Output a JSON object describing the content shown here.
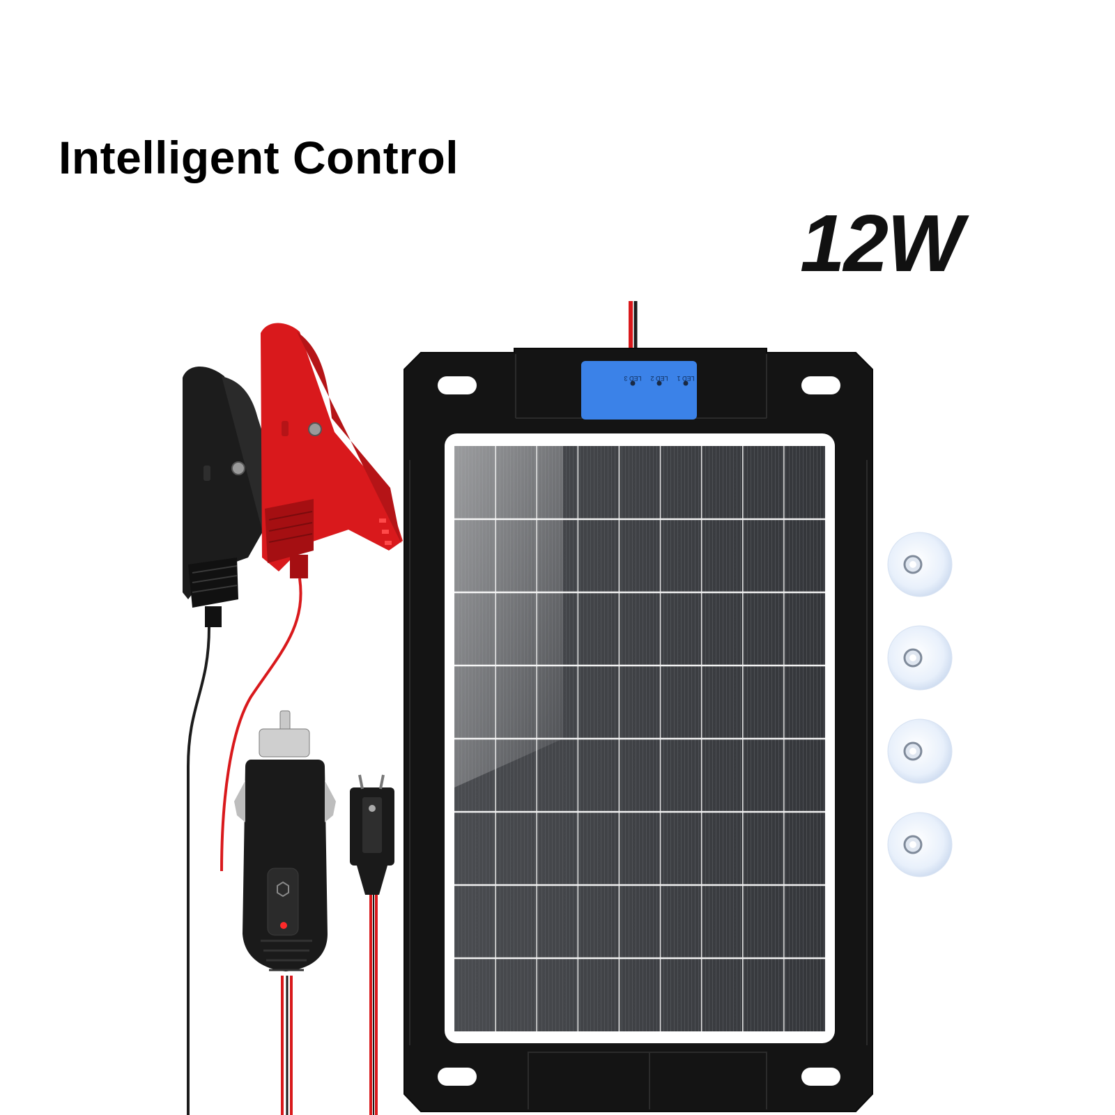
{
  "headline": "Intelligent Control",
  "wattage": "12W",
  "controller": {
    "leds": [
      "LED 3",
      "LED 2",
      "LED 1"
    ],
    "color": "#3b82e8"
  },
  "accessories": {
    "suction_cup_count": 4,
    "clip_colors": {
      "negative": "#1c1c1c",
      "positive": "#d9191c"
    }
  },
  "panel": {
    "frame_color": "#141414",
    "cell_color": "#404246",
    "cell_columns": 9,
    "cell_rows": 8
  }
}
